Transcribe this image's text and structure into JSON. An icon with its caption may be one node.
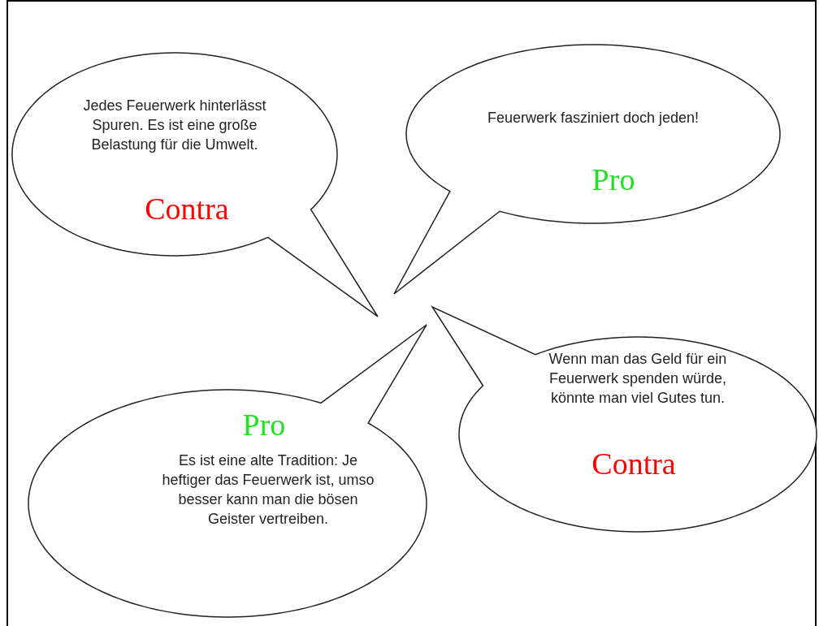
{
  "diagram": {
    "nodes": [
      {
        "text": [
          "Jedes Feuerwerk hinterlässt Spuren. Es ist eine große Belastung für die Umwelt.",
          "Contra"
        ]
      },
      {
        "text": [
          "Feuerwerk fasziniert doch jeden!",
          "Pro"
        ]
      },
      {
        "text": [
          "Pro",
          "Es ist eine alte Tradition: Je heftiger das Feuerwerk ist, umso besser kann man die bösen Geister vertreiben."
        ]
      },
      {
        "text": [
          "Wenn man das Geld für ein Feuerwerk spenden würde, könnte man viel Gutes tun.",
          "Contra"
        ]
      }
    ]
  }
}
